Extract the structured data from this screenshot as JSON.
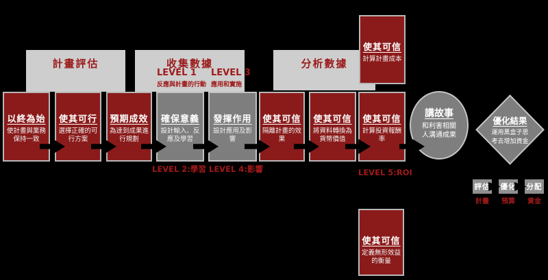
{
  "headers": {
    "plan": "計畫評估",
    "collect": "收集數據",
    "analyze": "分析數據"
  },
  "levels": {
    "level1": {
      "title": "LEVEL 1",
      "subtitle": "反應與計畫的行動"
    },
    "level3": {
      "title": "LEVEL 3",
      "subtitle": "應用和實施"
    },
    "level2": "LEVEL 2:學習",
    "level4": "LEVEL 4:影響",
    "level5": "LEVEL 5:ROI"
  },
  "steps": [
    {
      "title": "以終為始",
      "subtitle": "使計畫與業務保持一致",
      "variant": "red"
    },
    {
      "title": "使其可行",
      "subtitle": "選擇正確的可行方案",
      "variant": "red"
    },
    {
      "title": "預期成效",
      "subtitle": "為達到成果進行規劃",
      "variant": "red"
    },
    {
      "title": "確保意義",
      "subtitle": "設計輸入、反應及學習",
      "variant": "gray"
    },
    {
      "title": "發揮作用",
      "subtitle": "設計應用及影響",
      "variant": "gray"
    },
    {
      "title": "使其可信",
      "subtitle": "隔離計畫的效果",
      "variant": "red"
    },
    {
      "title": "使其可信",
      "subtitle": "將資料轉換為貨幣價值",
      "variant": "red"
    },
    {
      "title": "使其可信",
      "subtitle": "計算投資報酬率",
      "variant": "red"
    }
  ],
  "capture_costs": {
    "title": "使其可信",
    "subtitle": "計算計畫成本"
  },
  "intangibles": {
    "title": "使其可信",
    "subtitle": "定義無形效益的衡量"
  },
  "story": {
    "title": "講故事",
    "subtitle": "和利害相關人溝通成果"
  },
  "optimize": {
    "title": "優化結果",
    "subtitle": "運用黑盒子思考去增加資金"
  },
  "chevrons": [
    {
      "label": "評估",
      "sublabel": "計畫"
    },
    {
      "label": "優化",
      "sublabel": "預算"
    },
    {
      "label": "分配",
      "sublabel": "資金"
    }
  ],
  "colors": {
    "background": "#000000",
    "box_red": "#8b1b1b",
    "header_gray": "#cecece",
    "shape_gray": "#7e7e7e",
    "accent_red": "#a01a1a",
    "text_white": "#ffffff"
  }
}
